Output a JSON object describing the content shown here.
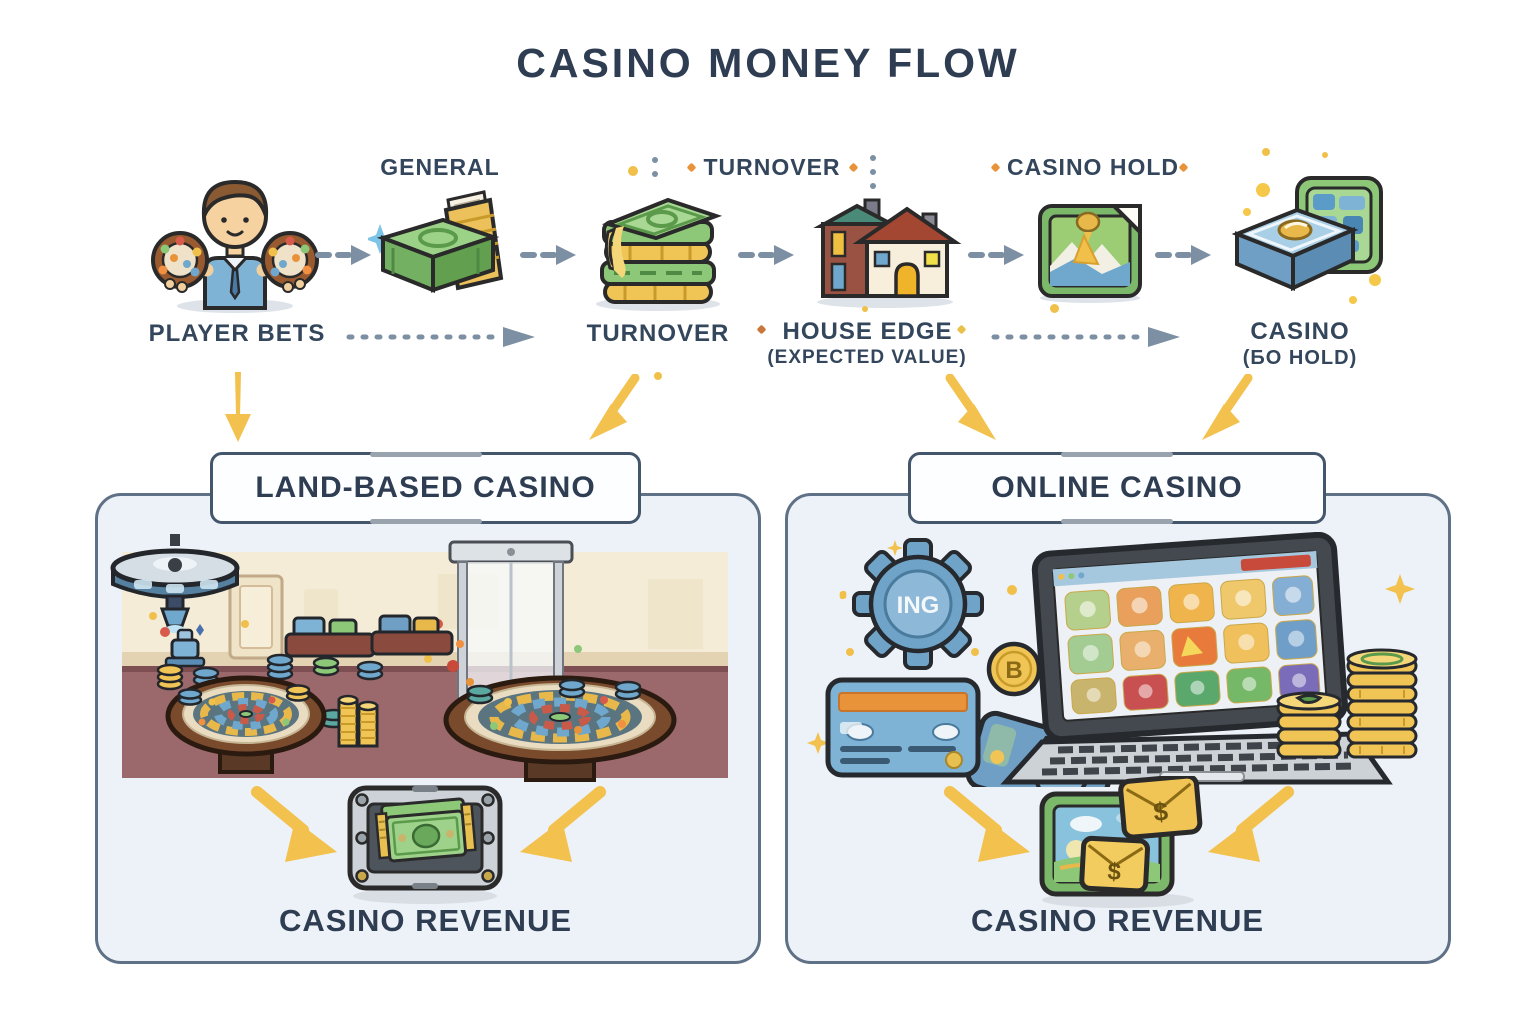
{
  "title": "CASINO MONEY FLOW",
  "flow": {
    "general_label": "GENERAL",
    "turnover_top_label": "TURNOVER",
    "casino_hold_label": "CASINO HOLD",
    "player_bets_label": "PLAYER BETS",
    "turnover_label": "TURNOVER",
    "house_edge_label": "HOUSE EDGE",
    "house_edge_sublabel": "(EXPECTED VALUE)",
    "casino_hold_result_label": "CASINO",
    "casino_hold_result_sublabel": "(БО HOLD)"
  },
  "panels": {
    "land": {
      "header": "LAND-BASED CASINO",
      "revenue_label": "CASINO REVENUE"
    },
    "online": {
      "header": "ONLINE CASINO",
      "revenue_label": "CASINO REVENUE",
      "gear_text": "ING",
      "coin_symbol": "B",
      "envelope_symbol_1": "$",
      "envelope_symbol_2": "$"
    }
  },
  "icons": {
    "player": "player-with-chips-icon",
    "general_money": "cash-stack-icon",
    "turnover_money": "bills-and-coins-stack-icon",
    "house": "house-icon",
    "casino_hold": "picture-card-icon",
    "casino_hold_result": "chip-tray-icon",
    "land_revenue": "cash-drop-box-icon",
    "online_revenue": "wallet-envelopes-icon"
  },
  "colors": {
    "text_dark": "#32455C",
    "arrow_gray": "#7D8FA3",
    "accent_yellow": "#F2C14E",
    "panel_fill": "#EDF2F8",
    "panel_border": "#5F7186",
    "money_green": "#8CC878",
    "gold": "#F0C455",
    "blue": "#7FB3D6"
  }
}
